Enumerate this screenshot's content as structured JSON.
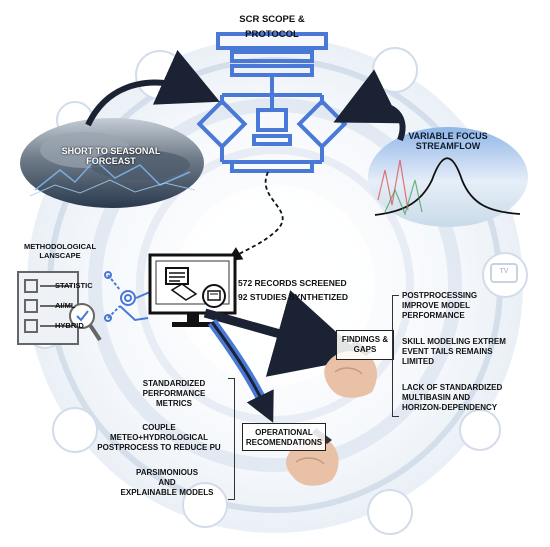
{
  "scope": {
    "line1": "ScR SCOPE &",
    "line2": "PROTOCOL"
  },
  "left_oval": {
    "line1": "SHORT TO SEASONAL",
    "line2": "FORCEAST"
  },
  "right_oval": {
    "line1": "VARIABLE FOCUS",
    "line2": "STREAMFLOW"
  },
  "methods": {
    "title1": "METHODOLOGICAL",
    "title2": "LANSCAPE",
    "items": [
      "STATISTIC",
      "AI/ML",
      "HYBRID"
    ]
  },
  "records": {
    "screened": "572 RECORDS SCREENED",
    "synthesized": "92 STUDIES SYNTHETIZED"
  },
  "findings": {
    "label1": "FINDINGS &",
    "label2": "GAPS",
    "items": [
      {
        "l1": "POSTPROCESSING",
        "l2": "IMPROVE MODEL",
        "l3": "PERFORMANCE"
      },
      {
        "l1": "SKILL MODELING EXTREM",
        "l2": "EVENT TAILS REMAINS",
        "l3": "LIMITED"
      },
      {
        "l1": "LACK OF STANDARDIZED",
        "l2": "MULTIBASIN AND",
        "l3": "HORIZON-DEPENDENCY"
      }
    ]
  },
  "recommendations": {
    "label1": "OPERATIONAL",
    "label2": "RECOMENDATIONS",
    "items": [
      {
        "l1": "STANDARDIZED",
        "l2": "PERFORMANCE",
        "l3": "METRICS"
      },
      {
        "l1": "COUPLE",
        "l2": "METEO+HYDROLOGICAL",
        "l3": "POSTPROCESS TO REDUCE PU"
      },
      {
        "l1": "PARSIMONIOUS",
        "l2": "AND",
        "l3": "EXPLAINABLE MODELS"
      }
    ]
  },
  "icons": {
    "tv_label": "TV"
  },
  "colors": {
    "accent_blue": "#4a78d6",
    "dark_arrow": "#1a2233",
    "ring": "#c9d6e6",
    "node_blue": "#9fb8e8"
  }
}
